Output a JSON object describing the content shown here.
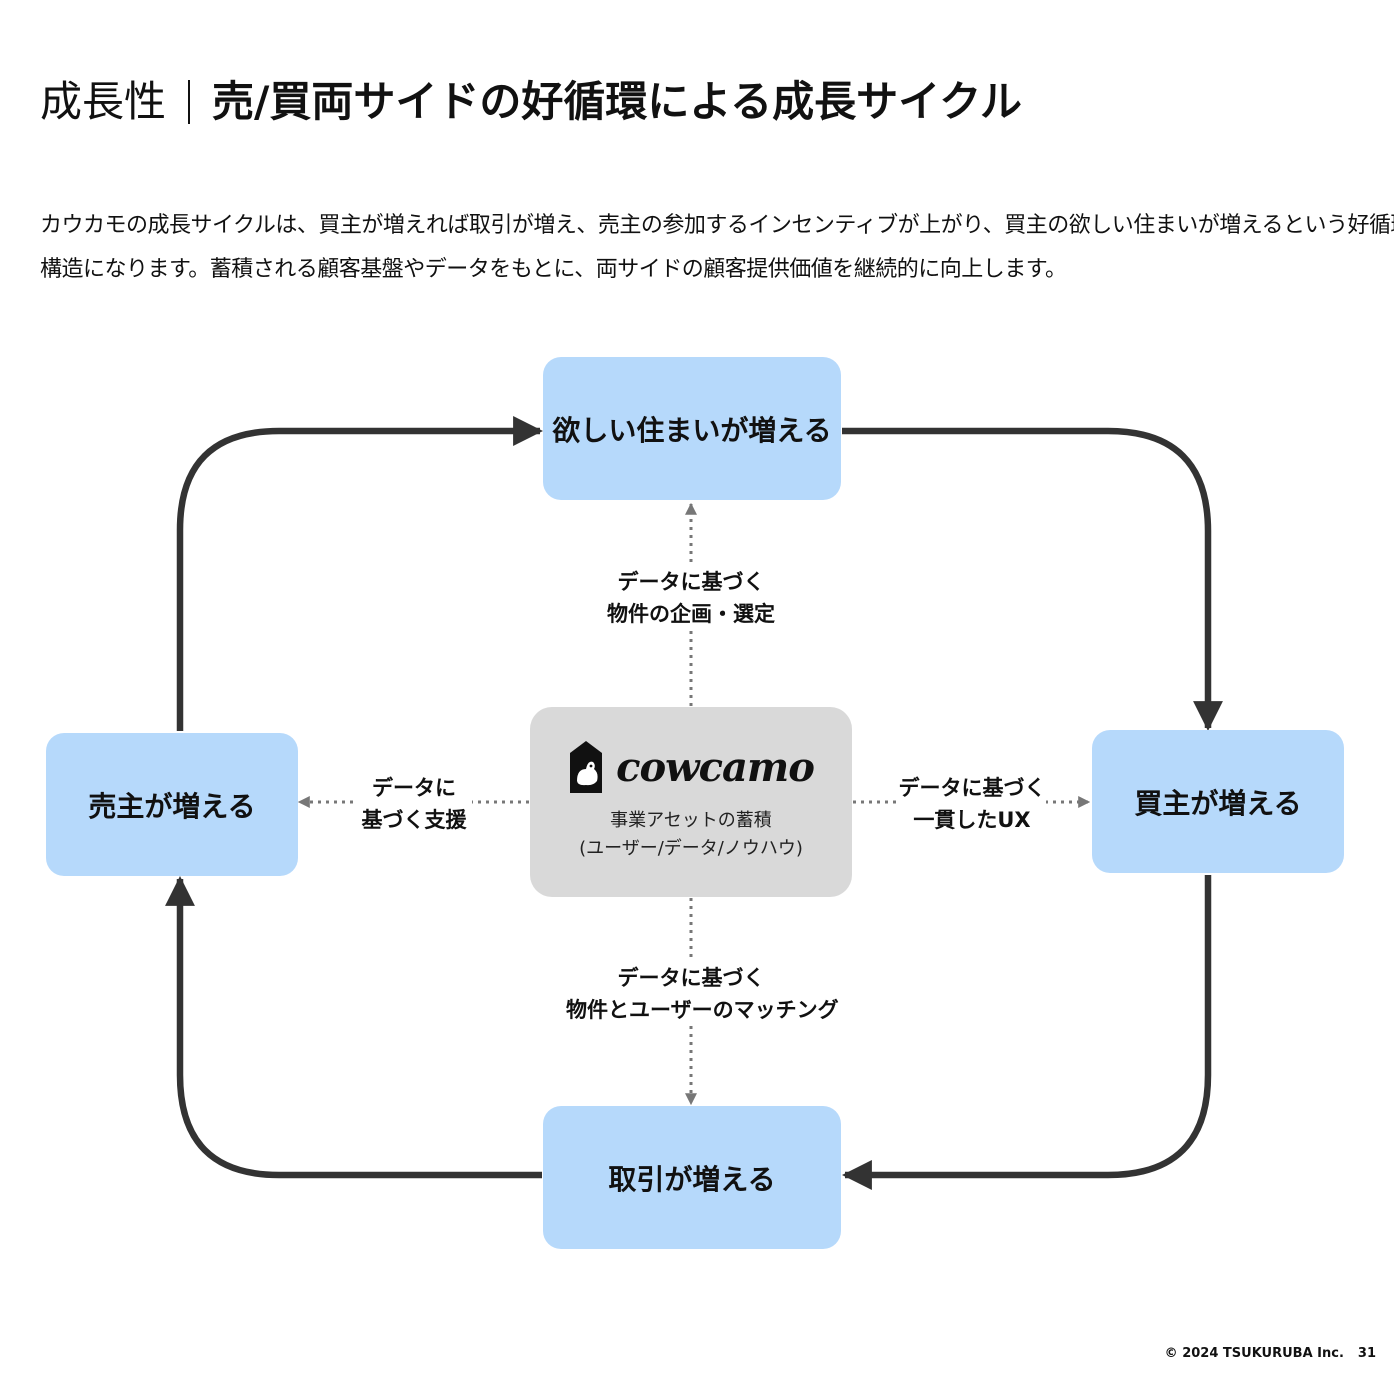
{
  "header": {
    "category": "成長性",
    "title": "売/買両サイドの好循環による成長サイクル"
  },
  "description": {
    "line1": "カウカモの成長サイクルは、買主が増えれば取引が増え、売主の参加するインセンティブが上がり、買主の欲しい住まいが増えるという好循環",
    "line2": "構造になります。蓄積される顧客基盤やデータをもとに、両サイドの顧客提供価値を継続的に向上します。"
  },
  "diagram": {
    "nodes": {
      "top": "欲しい住まいが増える",
      "right": "買主が増える",
      "bottom": "取引が増える",
      "left": "売主が増える"
    },
    "center": {
      "logo_text": "cowcamo",
      "line1": "事業アセットの蓄積",
      "line2": "(ユーザー/データ/ノウハウ)"
    },
    "edge_labels": {
      "top": [
        "データに基づく",
        "物件の企画・選定"
      ],
      "right": [
        "データに基づく",
        "一貫したUX"
      ],
      "bottom": [
        "データに基づく",
        "物件とユーザーのマッチング"
      ],
      "left": [
        "データに",
        "基づく支援"
      ]
    },
    "colors": {
      "node_fill": "#b6d9fb",
      "center_fill": "#d9d9d9",
      "cycle_arrow": "#333333",
      "dotted_arrow": "#777777"
    }
  },
  "footer": {
    "copyright": "© 2024 TSUKURUBA Inc.",
    "page_number": "31"
  }
}
